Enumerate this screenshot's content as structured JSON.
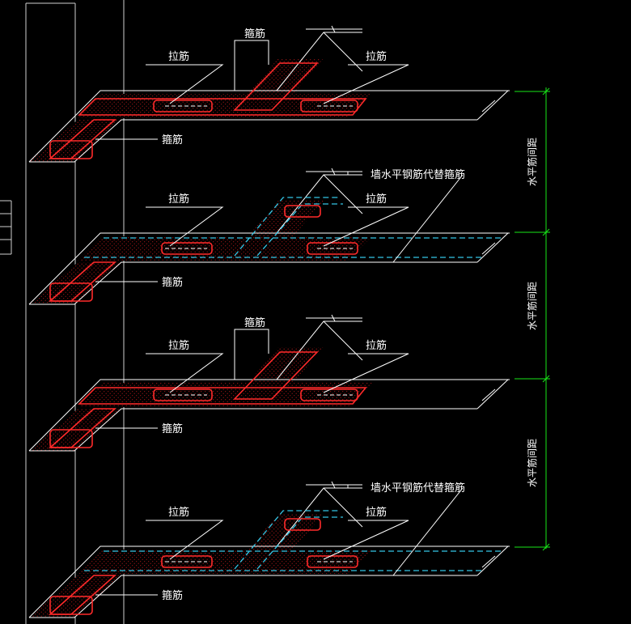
{
  "labels": {
    "tie_bar": "拉筋",
    "stirrup": "箍筋",
    "wall_horizontal_replace": "墙水平钢筋代替箍筋",
    "horizontal_spacing": "水平筋间距"
  },
  "colors": {
    "background": "#000000",
    "outline": "#ffffff",
    "rebar_red": "#ff2a2a",
    "wall_cyan": "#33c6e6",
    "dimension_green": "#19e619",
    "leader_white": "#ffffff"
  },
  "layers": [
    {
      "variant": "stirrup",
      "top_label": "箍筋",
      "left_label": "拉筋",
      "right_label": "拉筋",
      "bottom_label": "箍筋"
    },
    {
      "variant": "wall-bar",
      "top_label": "墙水平钢筋代替箍筋",
      "left_label": "拉筋",
      "right_label": "拉筋",
      "bottom_label": "箍筋"
    },
    {
      "variant": "stirrup",
      "top_label": "箍筋",
      "left_label": "拉筋",
      "right_label": "拉筋",
      "bottom_label": "箍筋"
    },
    {
      "variant": "wall-bar",
      "top_label": "墙水平钢筋代替箍筋",
      "left_label": "拉筋",
      "right_label": "拉筋",
      "bottom_label": "箍筋"
    }
  ],
  "dimensions": [
    "水平筋间距",
    "水平筋间距",
    "水平筋间距"
  ]
}
